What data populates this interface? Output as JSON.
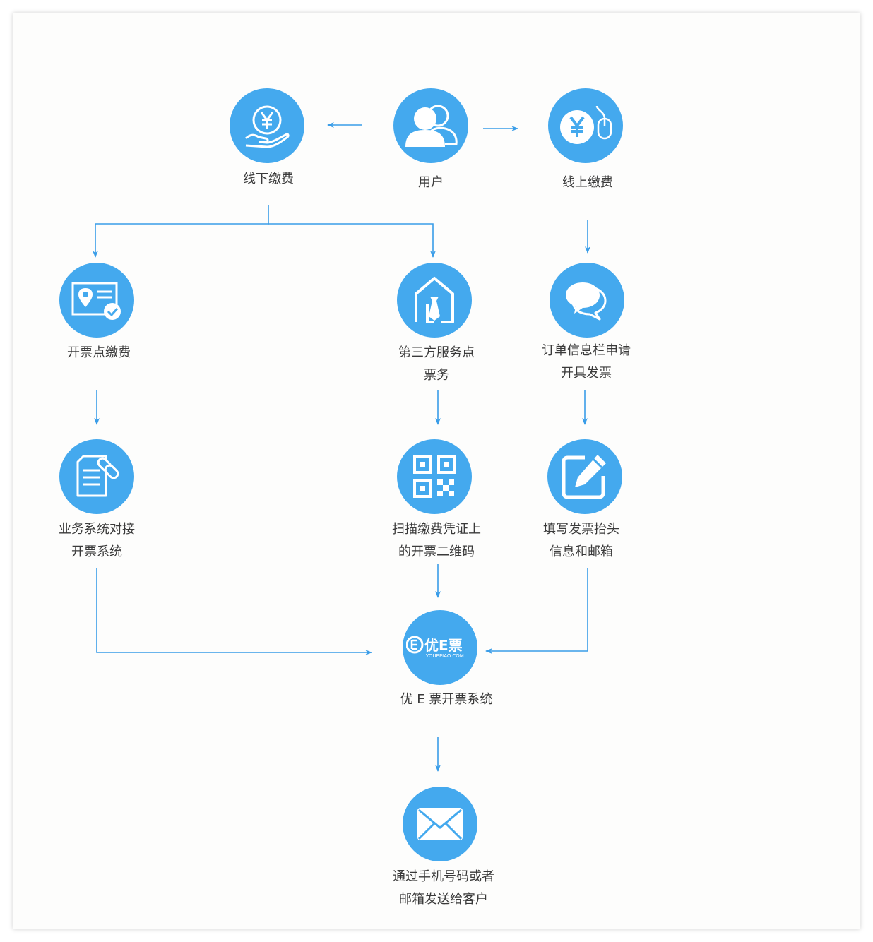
{
  "nodes": {
    "user": {
      "label": "用户",
      "icon": "users-icon"
    },
    "offline_payment": {
      "label": "线下缴费",
      "icon": "hand-yuan-icon"
    },
    "online_payment": {
      "label": "线上缴费",
      "icon": "yuan-mouse-icon"
    },
    "invoice_point_payment": {
      "label": "开票点缴费",
      "icon": "id-card-check-icon"
    },
    "third_party_service": {
      "line1": "第三方服务点",
      "line2": "票务",
      "icon": "service-tie-icon"
    },
    "order_info_request": {
      "line1": "订单信息栏申请",
      "line2": "开具发票",
      "icon": "chat-bubbles-icon"
    },
    "business_system_link": {
      "line1": "业务系统对接",
      "line2": "开票系统",
      "icon": "document-link-icon"
    },
    "scan_qr": {
      "line1": "扫描缴费凭证上",
      "line2": "的开票二维码",
      "icon": "qr-code-icon"
    },
    "fill_invoice_header": {
      "line1": "填写发票抬头",
      "line2": "信息和邮箱",
      "icon": "edit-icon"
    },
    "youe_system": {
      "label": "优 E 票开票系统",
      "icon": "youepiao-logo-icon",
      "logo_text": "优E票",
      "logo_sub": "YOUEPIAO.COM"
    },
    "send_to_customer": {
      "line1": "通过手机号码或者",
      "line2": "邮箱发送给客户",
      "icon": "envelope-icon"
    }
  },
  "colors": {
    "accent": "#44a9ee",
    "line": "#3a9de8",
    "text": "#3a3a3a",
    "card": "#fdfdfc"
  }
}
